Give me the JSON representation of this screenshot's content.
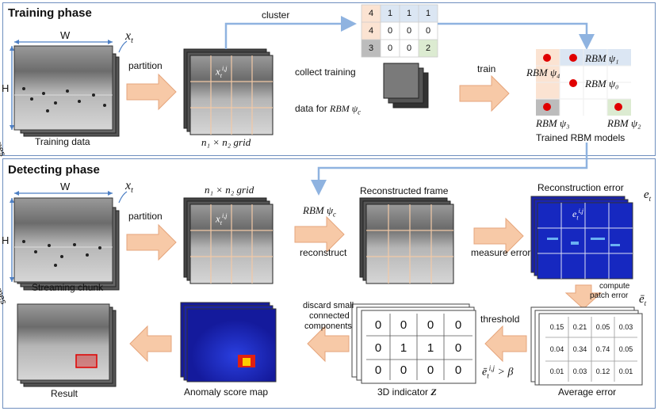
{
  "training": {
    "title": "Training phase",
    "w_label": "W",
    "h_label": "H",
    "frames_label": "N frames",
    "xt_label": "x",
    "xt_sub": "t",
    "data_label": "Training data",
    "partition_label": "partition",
    "xt_ij": "x",
    "xt_ij_sub": "t",
    "xt_ij_sup": "i,j",
    "grid_label": "n₁ × n₂ grid",
    "cluster_label": "cluster",
    "collect_label": "collect training",
    "data_for_label": "data for",
    "rbm_psi_c": "RBM ψ",
    "rbm_psi_c_sub": "c",
    "train_label": "train",
    "cluster_matrix": [
      [
        "4",
        "1",
        "1",
        "1"
      ],
      [
        "4",
        "0",
        "0",
        "0"
      ],
      [
        "3",
        "0",
        "0",
        "2"
      ]
    ],
    "rbm1": "RBM ψ₁",
    "rbm0": "RBM ψ₀",
    "rbm4": "RBM ψ₄",
    "rbm3": "RBM ψ₃",
    "rbm2": "RBM ψ₂",
    "trained_label": "Trained RBM models"
  },
  "detecting": {
    "title": "Detecting phase",
    "w_label": "W",
    "h_label": "H",
    "frames_label": "L frames",
    "xt_label": "x",
    "xt_sub": "t",
    "chunk_label": "Streaming chunk",
    "partition_label": "partition",
    "grid_label": "n₁ × n₂ grid",
    "xt_ij": "x",
    "xt_ij_sub": "t",
    "xt_ij_sup": "i,j",
    "rbm_psi_c": "RBM ψ",
    "rbm_psi_c_sub": "c",
    "reconstruct_label": "reconstruct",
    "recon_frame_label": "Reconstructed frame",
    "recon_error_label": "Reconstruction error",
    "et_label": "e",
    "et_sub": "t",
    "et_ij": "e",
    "et_ij_sub": "t",
    "et_ij_sup": "i,j",
    "measure_label": "measure error",
    "compute_label1": "compute",
    "compute_label2": "patch error",
    "ebar_label": "ē",
    "ebar_sub": "t",
    "avg_matrix": [
      [
        "0.15",
        "0.21",
        "0.05",
        "0.03"
      ],
      [
        "0.04",
        "0.34",
        "0.74",
        "0.05"
      ],
      [
        "0.01",
        "0.03",
        "0.12",
        "0.01"
      ]
    ],
    "avg_label": "Average error",
    "threshold_label": "threshold",
    "threshold_cond": "ē",
    "threshold_cond_sub": "t",
    "threshold_cond_sup": "i,j",
    "threshold_cond_rest": " > β",
    "indicator_matrix": [
      [
        "0",
        "0",
        "0",
        "0"
      ],
      [
        "0",
        "1",
        "1",
        "0"
      ],
      [
        "0",
        "0",
        "0",
        "0"
      ]
    ],
    "indicator_label": "3D indicator",
    "indicator_z": "Z",
    "discard_label1": "discard small",
    "discard_label2": "connected",
    "discard_label3": "components",
    "anomaly_label": "Anomaly score map",
    "result_label": "Result"
  },
  "colors": {
    "frame": "#8fa3c8",
    "arrow_fill": "#f7c9a7",
    "arrow_stroke": "#e6a57c",
    "cluster_blue": "#dbe6f3",
    "cluster_orange": "#fbe3d2",
    "cluster_gray": "#bcbcbc",
    "cluster_green": "#dcebd1",
    "heat_bg": "#1a20b0",
    "grid_line": "#f2c9a6"
  }
}
